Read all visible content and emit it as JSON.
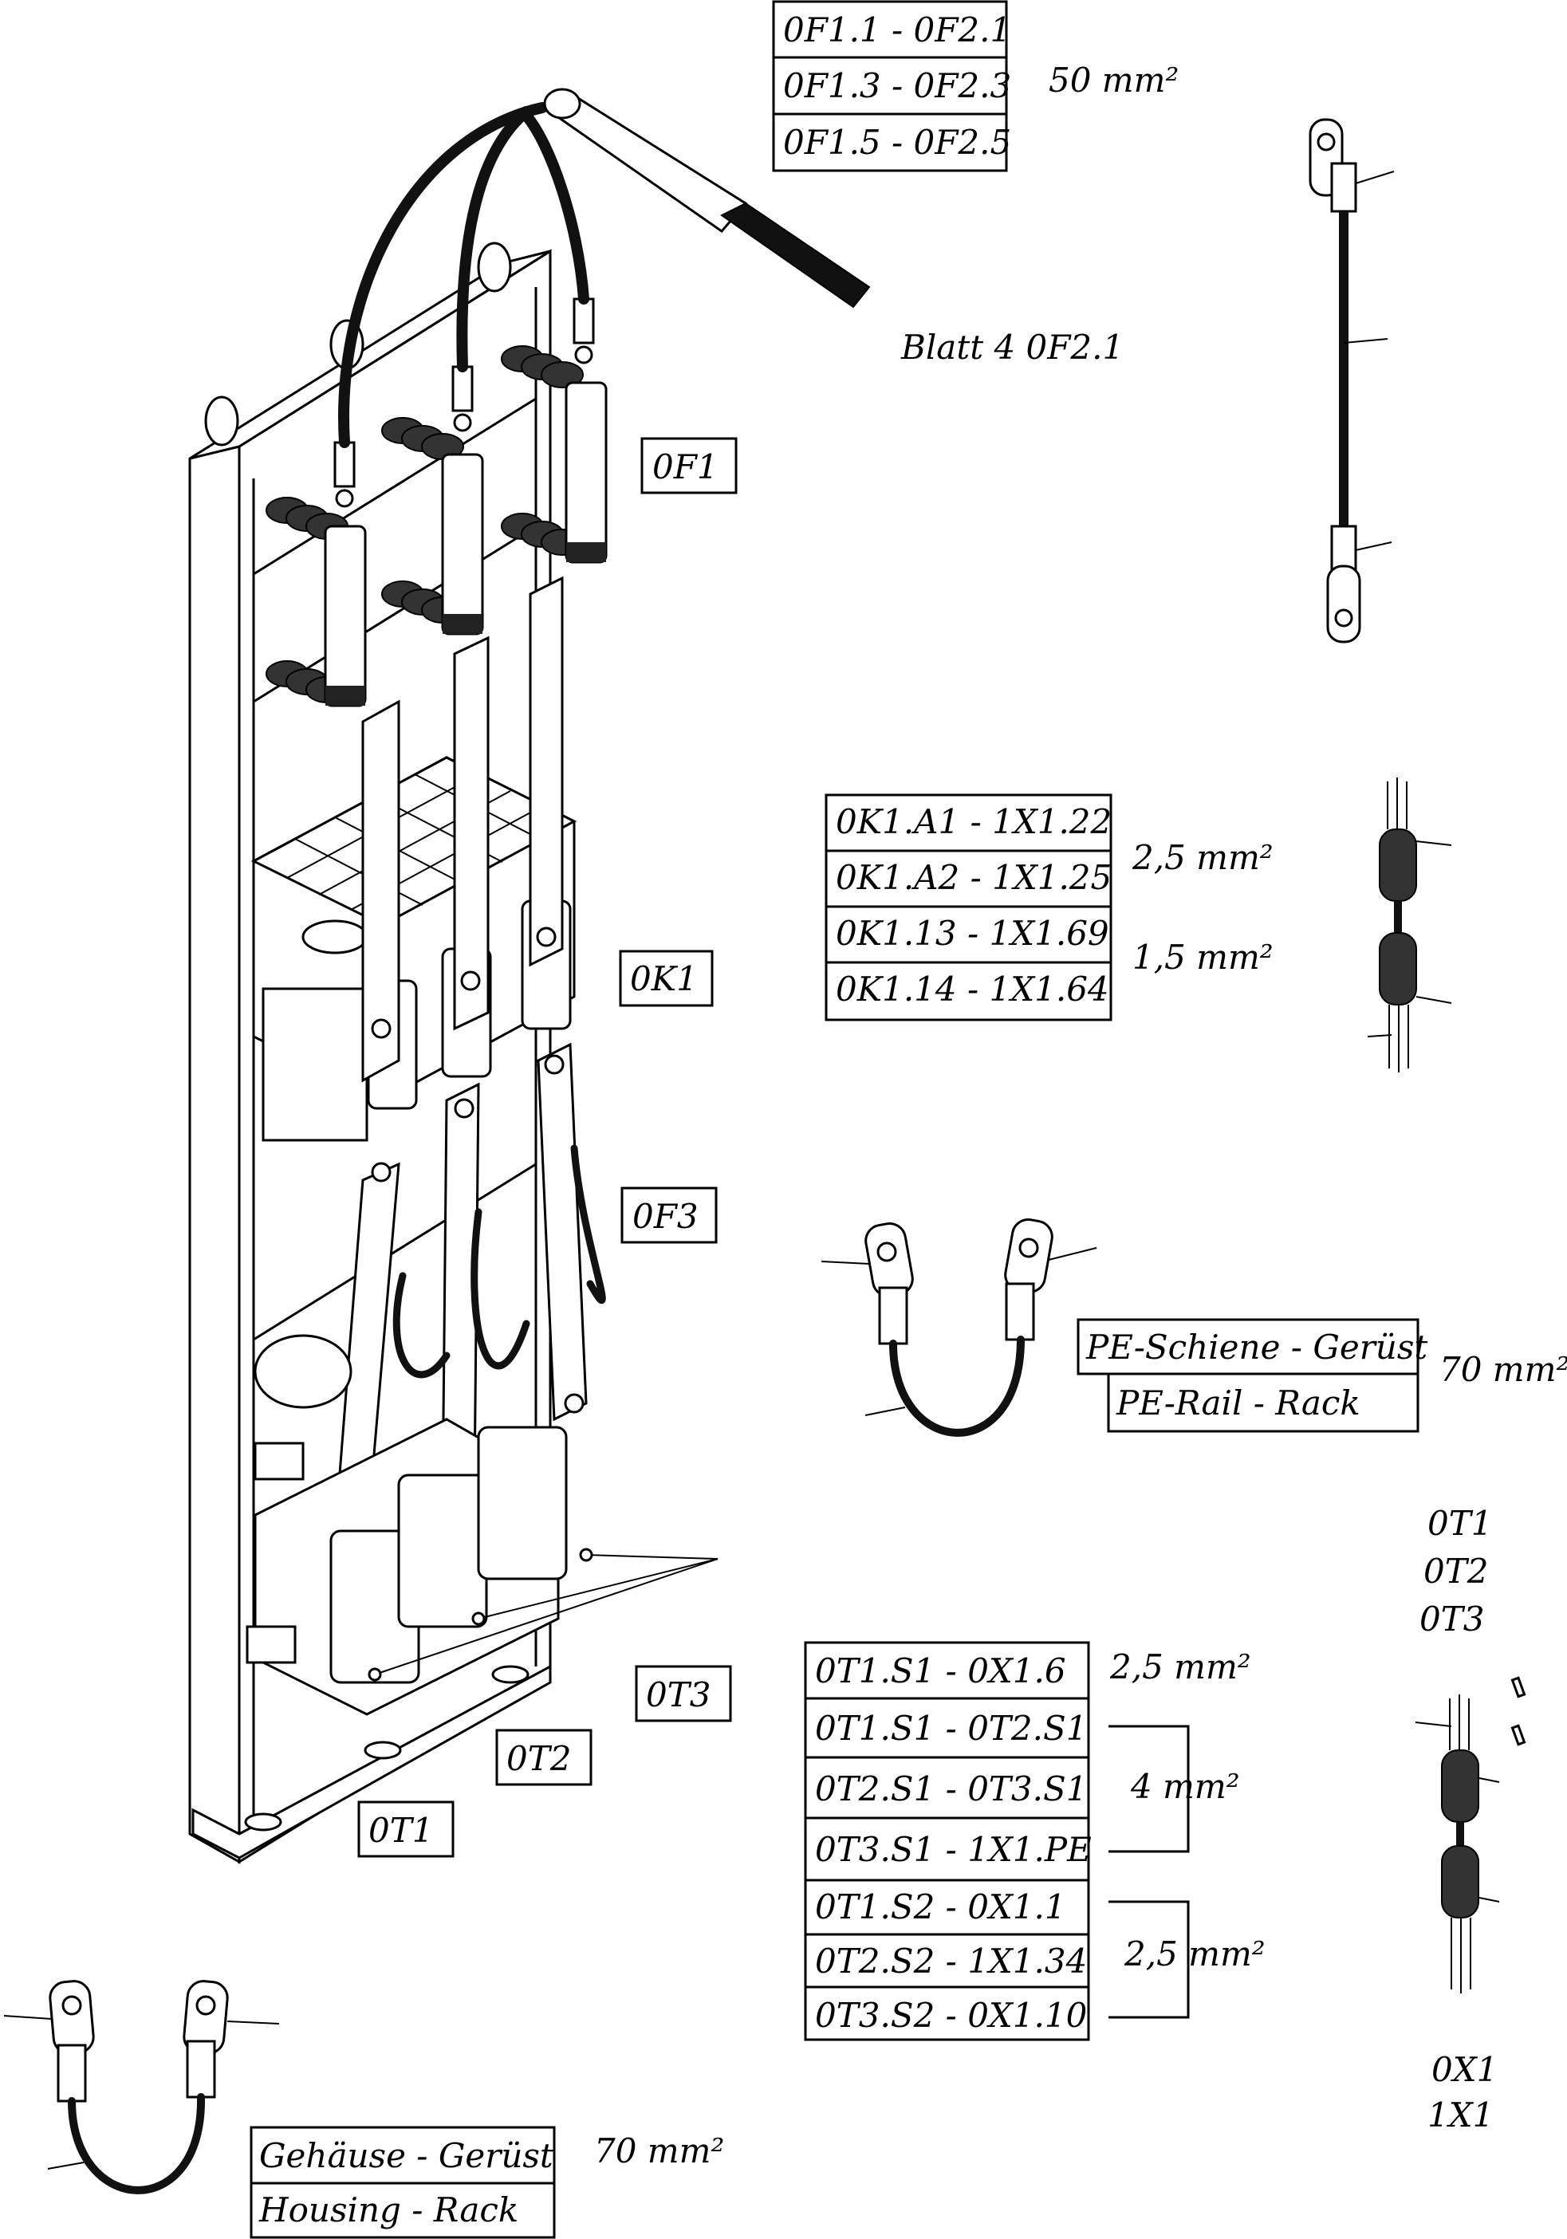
{
  "top_table": {
    "rows": [
      "0F1.1 - 0F2.1",
      "0F1.3 - 0F2.3",
      "0F1.5 - 0F2.5"
    ],
    "cross_section": "50 mm²"
  },
  "cable_ref": "Blatt 4  0F2.1",
  "component_labels": {
    "f1": "0F1",
    "k1": "0K1",
    "f3": "0F3",
    "t3": "0T3",
    "t2": "0T2",
    "t1": "0T1"
  },
  "k1_table": {
    "rows": [
      "0K1.A1 - 1X1.22",
      "0K1.A2 - 1X1.25",
      "0K1.13 - 1X1.69",
      "0K1.14 - 1X1.64"
    ],
    "cross_section_a": "2,5 mm²",
    "cross_section_b": "1,5 mm²"
  },
  "pe_rail": {
    "line1": "PE-Schiene - Gerüst",
    "line2": "PE-Rail - Rack",
    "cross_section": "70 mm²"
  },
  "t_table": {
    "rows": [
      "0T1.S1 - 0X1.6",
      "0T1.S1 - 0T2.S1",
      "0T2.S1 - 0T3.S1",
      "0T3.S1 - 1X1.PE",
      "0T1.S2 - 0X1.1",
      "0T2.S2 - 1X1.34",
      "0T3.S2 - 0X1.10"
    ],
    "cross_section_a": "2,5 mm²",
    "cross_section_b": "4 mm²",
    "cross_section_c": "2,5 mm²"
  },
  "transformer_list": [
    "0T1",
    "0T2",
    "0T3"
  ],
  "terminal_list": [
    "0X1",
    "1X1"
  ],
  "housing": {
    "line1": "Gehäuse - Gerüst",
    "line2": "Housing - Rack",
    "cross_section": "70 mm²"
  }
}
